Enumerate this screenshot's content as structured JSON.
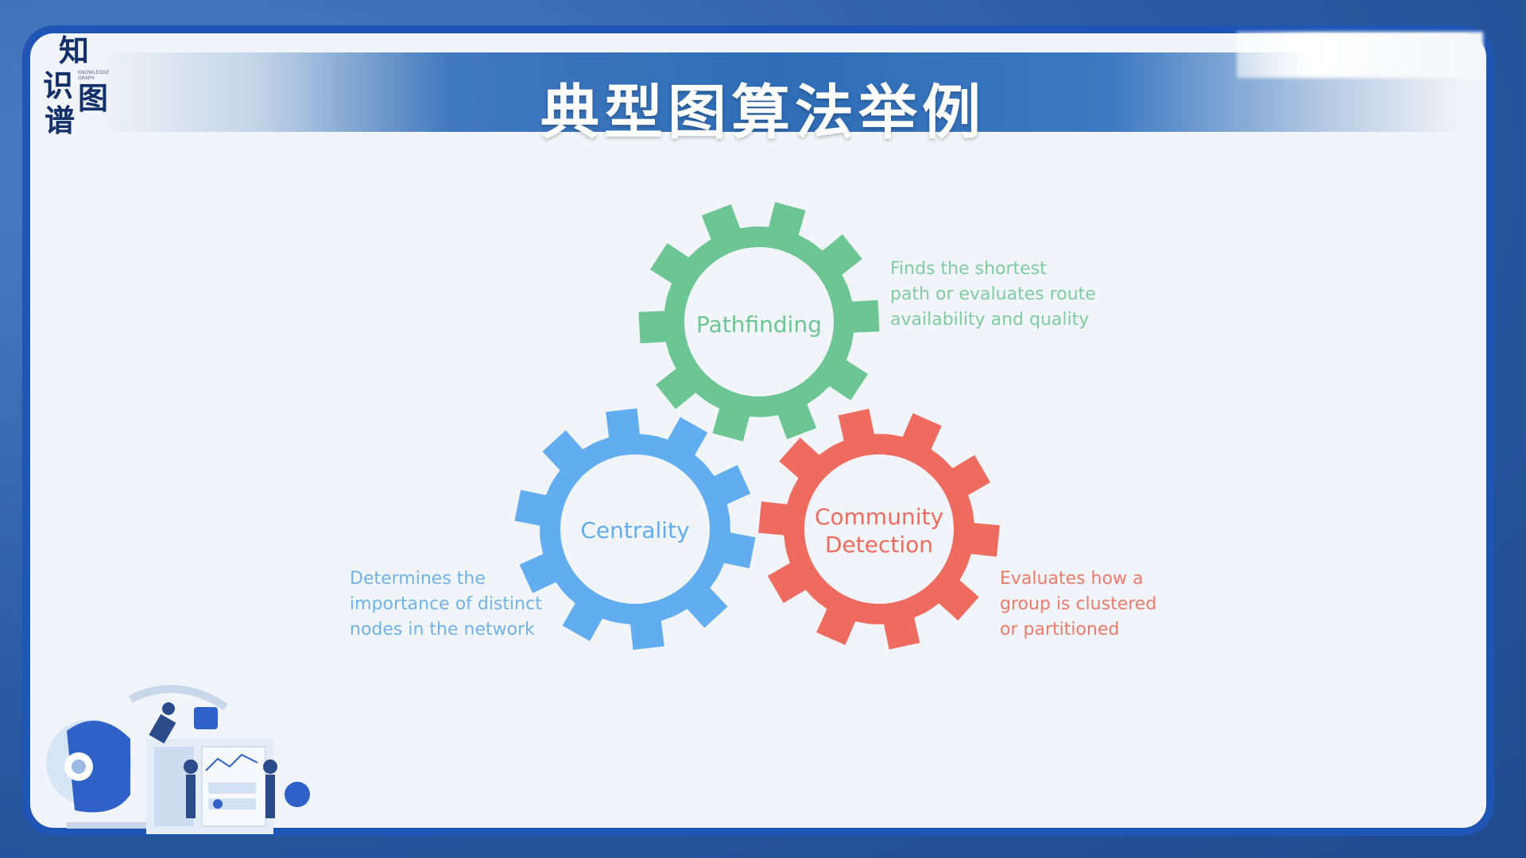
{
  "logo": {
    "chars": [
      "知",
      "识",
      "图",
      "谱"
    ],
    "tagline": "KNOWLEDGE GRAPH"
  },
  "title": "典型图算法举例",
  "gears": [
    {
      "label": "Pathfinding",
      "color": "#6cc693"
    },
    {
      "label": "Centrality",
      "color": "#62adf0"
    },
    {
      "label": "Community\nDetection",
      "color": "#ef6b5f"
    }
  ],
  "descriptions": {
    "pathfinding": "Finds the shortest\npath or evaluates route\navailability and quality",
    "centrality": "Determines the\nimportance of distinct\nnodes in the network",
    "community": "Evaluates how a\ngroup is clustered\nor partitioned"
  },
  "colors": {
    "frame": "#1f56b5",
    "title_band": "#2f6db8",
    "pathfinding": "#6cc693",
    "centrality": "#62adf0",
    "community": "#ef6b5f"
  },
  "illustration": {
    "icon": "ai-team-illustration"
  }
}
